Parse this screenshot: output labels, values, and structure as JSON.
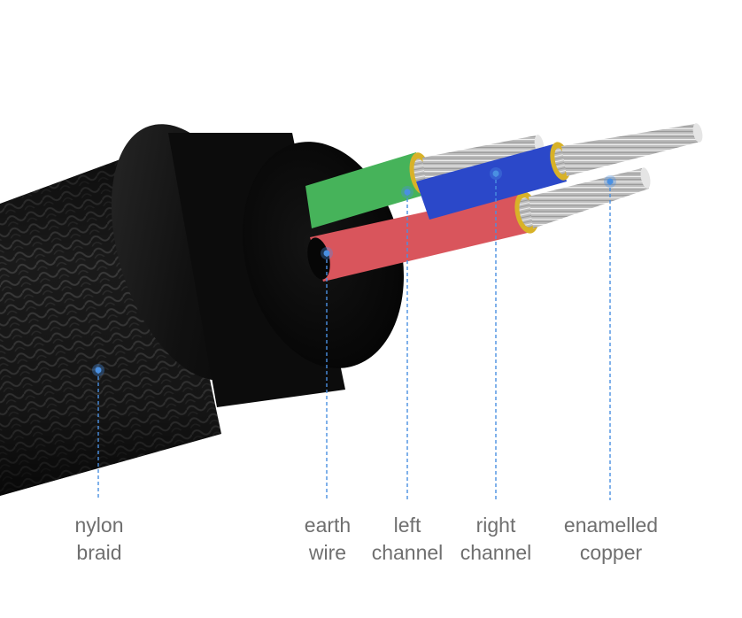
{
  "colors": {
    "leader": "#4a90e2",
    "braid": "#1b1b1b",
    "jacket": "#0d0d0d",
    "red": "#d9555c",
    "green": "#46b35a",
    "blue": "#2b48c9",
    "strand": "#c7c7c7",
    "enamel": "#d8b228",
    "text": "#6f6f6f"
  },
  "labels": [
    {
      "id": "nylon-braid",
      "line1": "nylon",
      "line2": "braid"
    },
    {
      "id": "earth-wire",
      "line1": "earth",
      "line2": "wire"
    },
    {
      "id": "left-channel",
      "line1": "left",
      "line2": "channel"
    },
    {
      "id": "right-channel",
      "line1": "right",
      "line2": "channel"
    },
    {
      "id": "enamelled-copper",
      "line1": "enamelled",
      "line2": "copper"
    }
  ]
}
